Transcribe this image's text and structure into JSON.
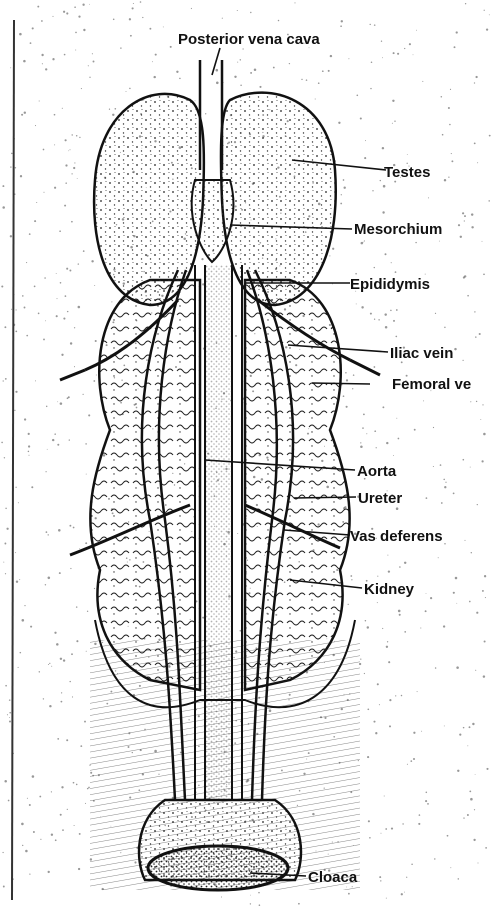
{
  "labels": {
    "posterior_vena_cava": "Posterior vena cava",
    "testes": "Testes",
    "mesorchium": "Mesorchium",
    "epididymis": "Epididymis",
    "iliac_vein": "Iliac vein",
    "femoral_vein": "Femoral ve",
    "aorta": "Aorta",
    "ureter": "Ureter",
    "vas_deferens": "Vas deferens",
    "kidney": "Kidney",
    "cloaca": "Cloaca"
  },
  "colors": {
    "ink": "#111111",
    "paper": "#ffffff",
    "speckle": "#444444"
  }
}
